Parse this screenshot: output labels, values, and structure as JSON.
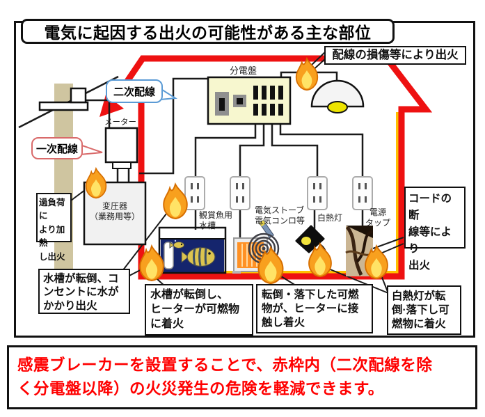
{
  "title": "電気に起因する出火の可能性がある主な部位",
  "banner": "感震ブレーカーを設置することで、赤枠内（二次配線を除\nく分電盤以降）の火災発生の危険を軽減できます。",
  "bubbles": {
    "secondary_wiring": "二次配線",
    "primary_wiring": "一次配線"
  },
  "equipment_labels": {
    "distribution_board": "分電盤",
    "meter": "メーター",
    "transformer": "変圧器\n（業務用等）",
    "aquarium": "観賞魚用\n水槽",
    "electric_stove": "電気ストーブ\n電気コンロ等",
    "incandescent_lamp": "白熱灯",
    "power_tap": "電源\nタップ"
  },
  "callouts": {
    "wiring_damage": "配線の損傷等により出火",
    "overload": "過負荷に\nより加熱\nし出火",
    "tank_tip_outlet": "水槽が転倒、コ\nンセントに水が\nかかり出火",
    "tank_tip_heater": "水槽が転倒し、\nヒーターが可燃物\nに着火",
    "fallen_combustibles": "転倒・落下した可燃\n物が、ヒーターに接\n触し着火",
    "lamp_fall": "白熱灯が転\n倒·落下し可\n燃物に着火",
    "cord_break": "コードの断\n線等により\n出火"
  },
  "colors": {
    "red_frame": "#ee1111",
    "yellow_accent": "#ffc000",
    "secondary_bubble_border": "#5b9bd5",
    "primary_bubble_border": "#d96a6a",
    "banner_text": "#ff0000",
    "board_fill": "#f7f7cf",
    "water": "#15256d",
    "pole": "#cfc5a0",
    "flame_orange": "#f8a01e",
    "flame_yellow": "#ffe366"
  }
}
